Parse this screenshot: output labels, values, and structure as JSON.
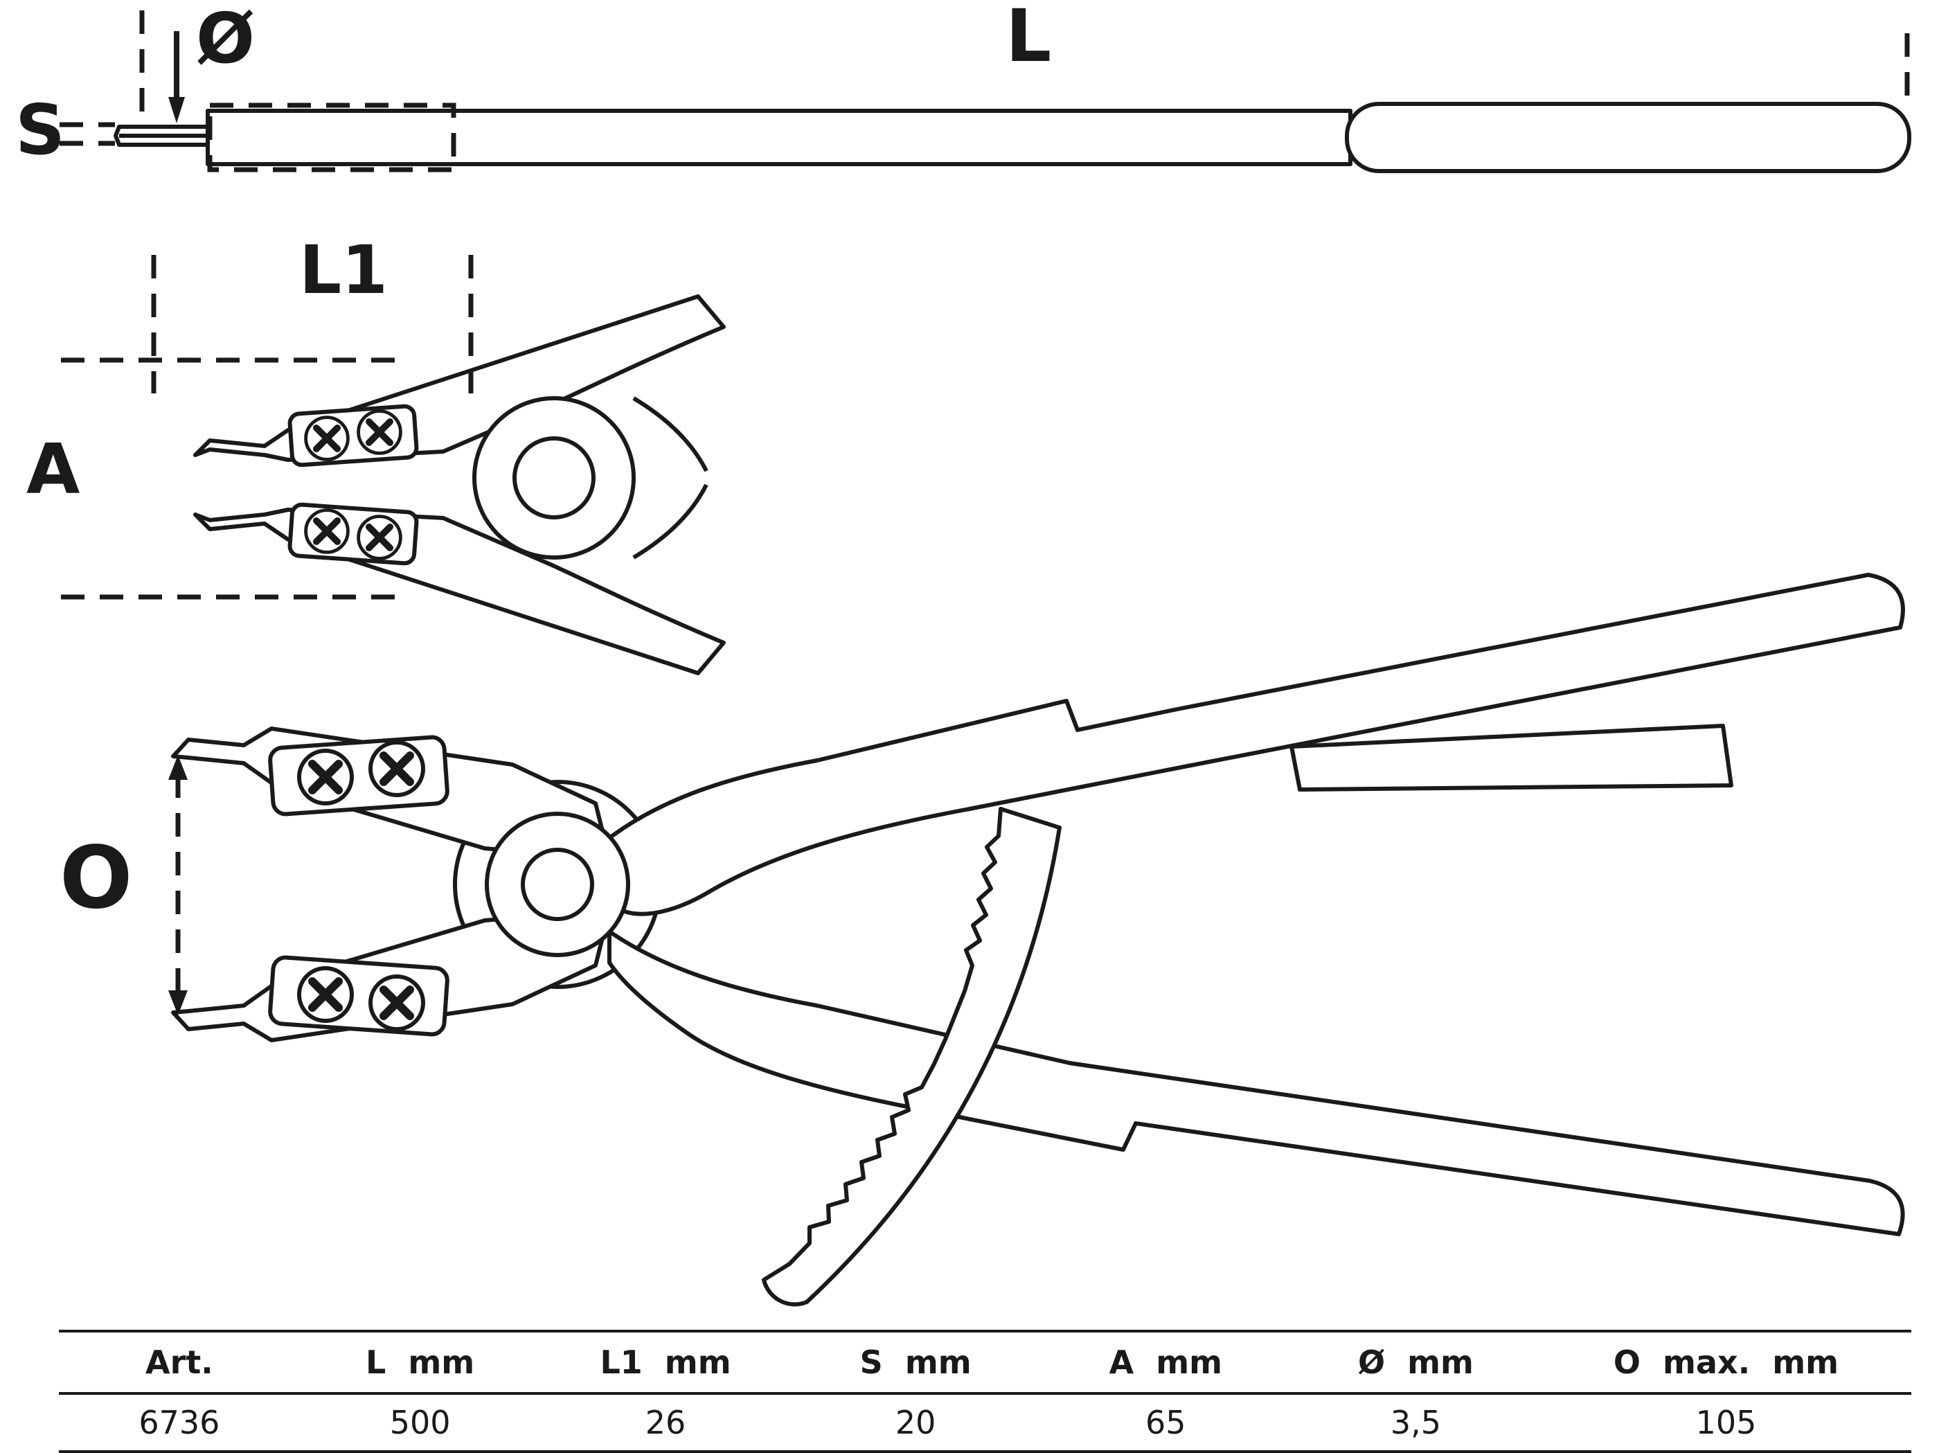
{
  "labels": {
    "diameter": "Ø",
    "s": "S",
    "l": "L",
    "l1": "L1",
    "a": "A",
    "o": "O"
  },
  "table": {
    "headers": [
      "Art.",
      "L  mm",
      "L1  mm",
      "S  mm",
      "A  mm",
      "Ø  mm",
      "O  max.  mm"
    ],
    "rows": [
      [
        "6736",
        "500",
        "26",
        "20",
        "65",
        "3,5",
        "105"
      ]
    ]
  },
  "colors": {
    "line": "#1a1a1a",
    "background": "#ffffff"
  }
}
